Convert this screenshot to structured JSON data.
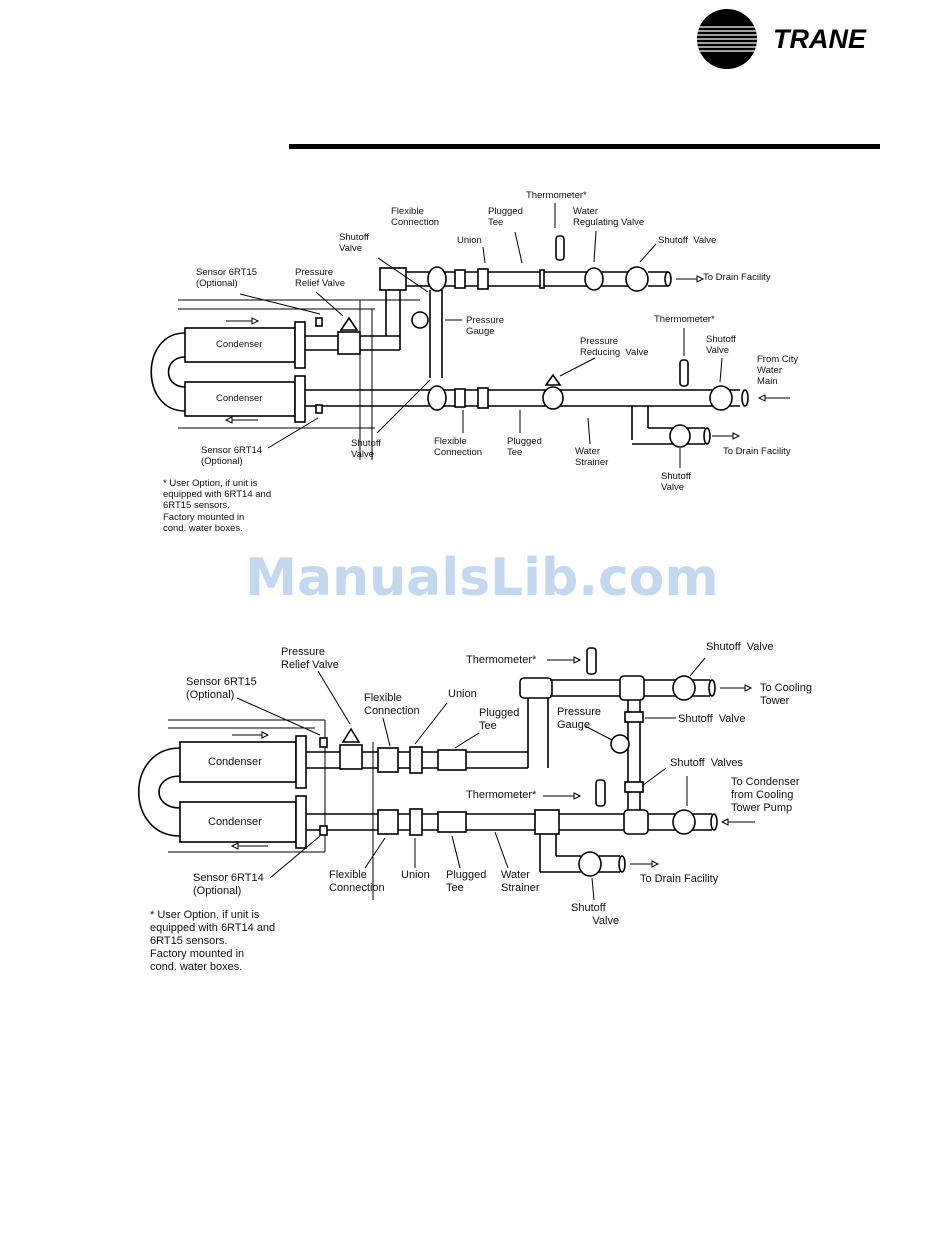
{
  "header": {
    "brand": "TRANE"
  },
  "watermark": "ManualsLib.com",
  "diagram1": {
    "labels": {
      "thermometer_top": "Thermometer*",
      "flexible_top": "Flexible\nConnection",
      "plugged_tee_top": "Plugged\nTee",
      "water_reg_valve": "Water\nRegulating Valve",
      "shutoff_left_top": "Shutoff\nValve",
      "union_top": "Union",
      "shutoff_right_top": "Shutoff  Valve",
      "sensor_6rt15": "Sensor 6RT15\n(Optional)",
      "pressure_relief": "Pressure\nRelief Valve",
      "to_drain_top": "To Drain Facility",
      "pressure_gauge": "Pressure\nGauge",
      "thermometer_mid": "Thermometer*",
      "pressure_reducing": "Pressure\nReducing  Valve",
      "shutoff_mid_right": "Shutoff\nValve",
      "from_city": "From City\nWater\nMain",
      "condenser_upper": "Condenser",
      "condenser_lower": "Condenser",
      "sensor_6rt14": "Sensor 6RT14\n(Optional)",
      "shutoff_bottom_left": "Shutoff\nValve",
      "flexible_bottom": "Flexible\nConnection",
      "plugged_tee_bottom": "Plugged\nTee",
      "water_strainer": "Water\nStrainer",
      "to_drain_bottom": "To Drain Facility",
      "shutoff_bottom_right": "Shutoff\nValve",
      "note": "* User Option, if unit is\nequipped with 6RT14 and\n6RT15 sensors.\nFactory mounted in\ncond. water boxes."
    }
  },
  "diagram2": {
    "labels": {
      "pressure_relief": "Pressure\nRelief Valve",
      "thermometer_top": "Thermometer*",
      "shutoff_top_right": "Shutoff  Valve",
      "sensor_6rt15": "Sensor 6RT15\n(Optional)",
      "union_top": "Union",
      "to_cooling_tower": "To Cooling\nTower",
      "flexible_top": "Flexible\nConnection",
      "plugged_tee_top": "Plugged\nTee",
      "pressure_gauge": "Pressure\nGauge",
      "shutoff_valve_mid": "Shutoff  Valve",
      "shutoff_valves": "Shutoff  Valves",
      "to_condenser": "To Condenser\nfrom Cooling\nTower Pump",
      "thermometer_mid": "Thermometer*",
      "condenser_upper": "Condenser",
      "condenser_lower": "Condenser",
      "sensor_6rt14": "Sensor 6RT14\n(Optional)",
      "flexible_bottom": "Flexible\nConnection",
      "union_bottom": "Union",
      "plugged_tee_bottom": "Plugged\nTee",
      "water_strainer": "Water\nStrainer",
      "to_drain": "To Drain Facility",
      "shutoff_bottom": "Shutoff\n       Valve",
      "note": "* User Option, if unit is\nequipped with 6RT14 and\n6RT15 sensors.\nFactory mounted in\ncond. water boxes."
    }
  }
}
